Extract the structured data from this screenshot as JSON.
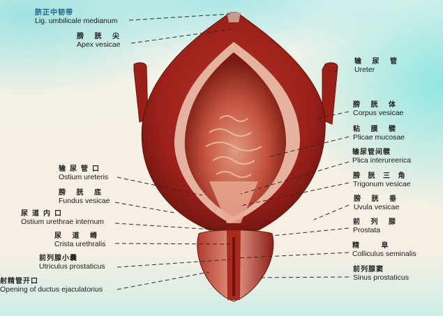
{
  "figure": {
    "subject": "Urinary bladder and prostate (coronal section, anterior view)",
    "colors": {
      "background": "#f6f1e6",
      "cyan_tint": "#9fe2e0",
      "muscle_red": "#a2261f",
      "muscle_dark": "#6e1410",
      "mucosa_pink": "#d8806a",
      "leader_line": "#2a2a2a"
    }
  },
  "labels_left": [
    {
      "id": "lig-umbilicale",
      "cn": "脐正中韧带",
      "la": "Lig. umbilicale medianum"
    },
    {
      "id": "apex-vesicae",
      "cn": "膀 胱 尖",
      "la": "Apex vesicae"
    },
    {
      "id": "ostium-ureteris",
      "cn": "输尿管口",
      "la": "Ostium ureteris"
    },
    {
      "id": "fundus-vesicae",
      "cn": "膀 胱 底",
      "la": "Fundus vesicae"
    },
    {
      "id": "ostium-urethrae",
      "cn": "尿道内口",
      "la": "Ostium urethrae internum"
    },
    {
      "id": "crista-urethralis",
      "cn": "尿 道 嵴",
      "la": "Crista urethralis"
    },
    {
      "id": "utriculus",
      "cn": "前列腺小囊",
      "la": "Utriculus prostaticus"
    },
    {
      "id": "ductus-ejaculatorius",
      "cn": "射精管开口",
      "la": "Opening of ductus ejaculatorius"
    }
  ],
  "labels_right": [
    {
      "id": "ureter",
      "cn": "输 尿 管",
      "la": "Ureter"
    },
    {
      "id": "corpus-vesicae",
      "cn": "膀 胱 体",
      "la": "Corpus vesicae"
    },
    {
      "id": "plicae-mucosae",
      "cn": "粘 膜 襞",
      "la": "Plicae mucosae"
    },
    {
      "id": "plica-interureterica",
      "cn": "输尿管间襞",
      "la": "Plica interureerica"
    },
    {
      "id": "trigonum",
      "cn": "膀 胱 三 角",
      "la": "Trigonum vesicae"
    },
    {
      "id": "uvula",
      "cn": "膀 胱 垂",
      "la": "Uvula vesicae"
    },
    {
      "id": "prostata",
      "cn": "前 列 腺",
      "la": "Prostata"
    },
    {
      "id": "colliculus",
      "cn": "精 阜",
      "la": "Colliculus seminalis"
    },
    {
      "id": "sinus-prostaticus",
      "cn": "前列腺窦",
      "la": "Sinus prostaticus"
    }
  ]
}
